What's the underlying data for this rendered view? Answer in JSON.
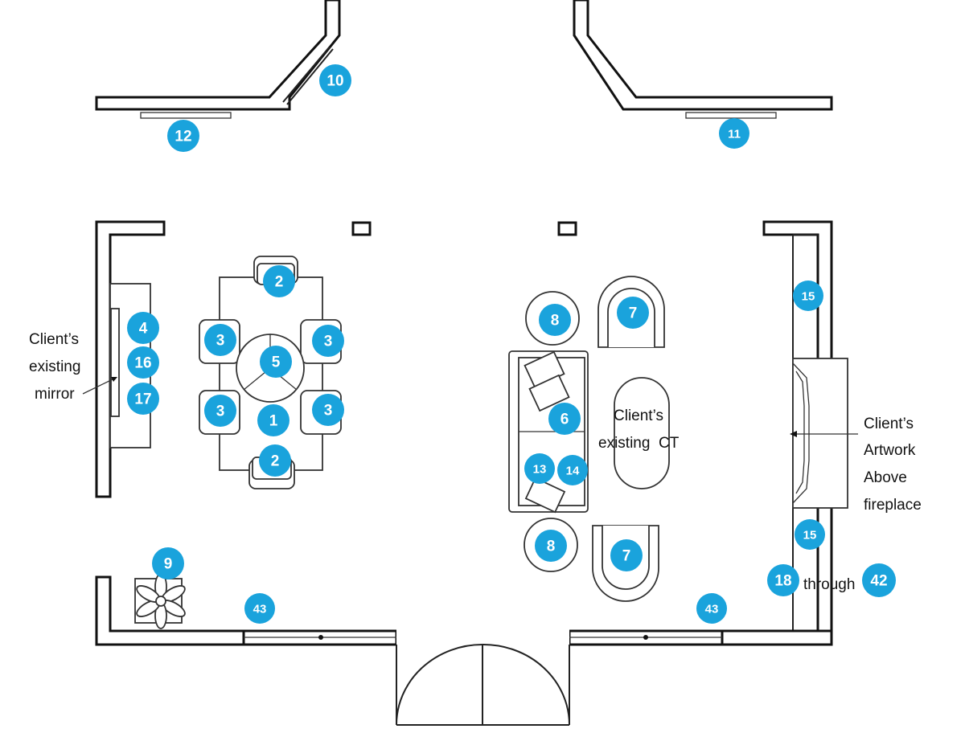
{
  "colors": {
    "badge": "#1aa3dc",
    "ink": "#111111"
  },
  "badges": [
    {
      "id": "10",
      "label": "10"
    },
    {
      "id": "12",
      "label": "12"
    },
    {
      "id": "11",
      "label": "11"
    },
    {
      "id": "2a",
      "label": "2"
    },
    {
      "id": "2b",
      "label": "2"
    },
    {
      "id": "3a",
      "label": "3"
    },
    {
      "id": "3b",
      "label": "3"
    },
    {
      "id": "3c",
      "label": "3"
    },
    {
      "id": "3d",
      "label": "3"
    },
    {
      "id": "5",
      "label": "5"
    },
    {
      "id": "1",
      "label": "1"
    },
    {
      "id": "4",
      "label": "4"
    },
    {
      "id": "16",
      "label": "16"
    },
    {
      "id": "17",
      "label": "17"
    },
    {
      "id": "8a",
      "label": "8"
    },
    {
      "id": "8b",
      "label": "8"
    },
    {
      "id": "7a",
      "label": "7"
    },
    {
      "id": "7b",
      "label": "7"
    },
    {
      "id": "6",
      "label": "6"
    },
    {
      "id": "13",
      "label": "13"
    },
    {
      "id": "14",
      "label": "14"
    },
    {
      "id": "15a",
      "label": "15"
    },
    {
      "id": "15b",
      "label": "15"
    },
    {
      "id": "9",
      "label": "9"
    },
    {
      "id": "43a",
      "label": "43"
    },
    {
      "id": "43b",
      "label": "43"
    },
    {
      "id": "18",
      "label": "18"
    },
    {
      "id": "42",
      "label": "42"
    }
  ],
  "notes": {
    "mirror": [
      "Client’s",
      "existing",
      "mirror"
    ],
    "coffee_table": [
      "Client’s",
      "existing  CT"
    ],
    "artwork": [
      "Client’s",
      "Artwork",
      "Above",
      "fireplace"
    ],
    "through": "through"
  }
}
